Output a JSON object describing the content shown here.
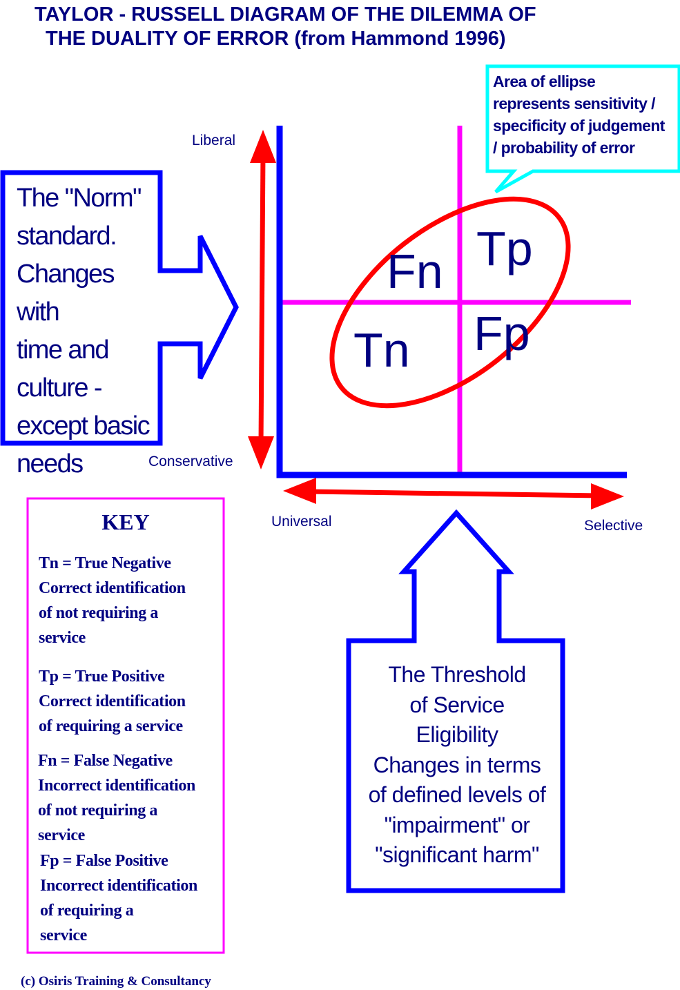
{
  "title": {
    "line1": "TAYLOR - RUSSELL DIAGRAM OF THE DILEMMA OF",
    "line2": "THE DUALITY OF ERROR (from Hammond 1996)"
  },
  "axes": {
    "y_top_label": "Liberal",
    "y_bottom_label": "Conservative",
    "x_left_label": "Universal",
    "x_right_label": "Selective"
  },
  "quadrants": {
    "fn": "Fn",
    "tp": "Tp",
    "tn": "Tn",
    "fp": "Fp"
  },
  "callout": {
    "lines": [
      "Area of ellipse",
      "represents sensitivity /",
      "specificity of judgement",
      "/ probability of error"
    ]
  },
  "norm_arrow": {
    "lines": [
      "The \"Norm\"",
      "standard.",
      "Changes with",
      "time and",
      "culture -",
      "except basic",
      "needs"
    ]
  },
  "threshold_arrow": {
    "lines": [
      "The Threshold",
      "of Service",
      "Eligibility",
      "Changes in terms",
      "of defined levels of",
      "\"impairment\" or",
      "\"significant harm\""
    ]
  },
  "key": {
    "title": "KEY",
    "entries": [
      [
        "Tn = True Negative",
        "Correct identification",
        "of not requiring a",
        "service"
      ],
      [
        "Tp = True Positive",
        "Correct identification",
        "of requiring a service"
      ],
      [
        "Fn = False Negative",
        "Incorrect identification",
        "of not requiring a",
        "service"
      ],
      [
        "Fp = False Positive",
        "Incorrect identification",
        "of requiring a",
        "service"
      ]
    ]
  },
  "footer": "(c) Osiris Training & Consultancy",
  "colors": {
    "text": "#000080",
    "axis_blue": "#0000FF",
    "arrow_red": "#FF0000",
    "magenta": "#FF00FF",
    "cyan": "#00FFFF"
  }
}
